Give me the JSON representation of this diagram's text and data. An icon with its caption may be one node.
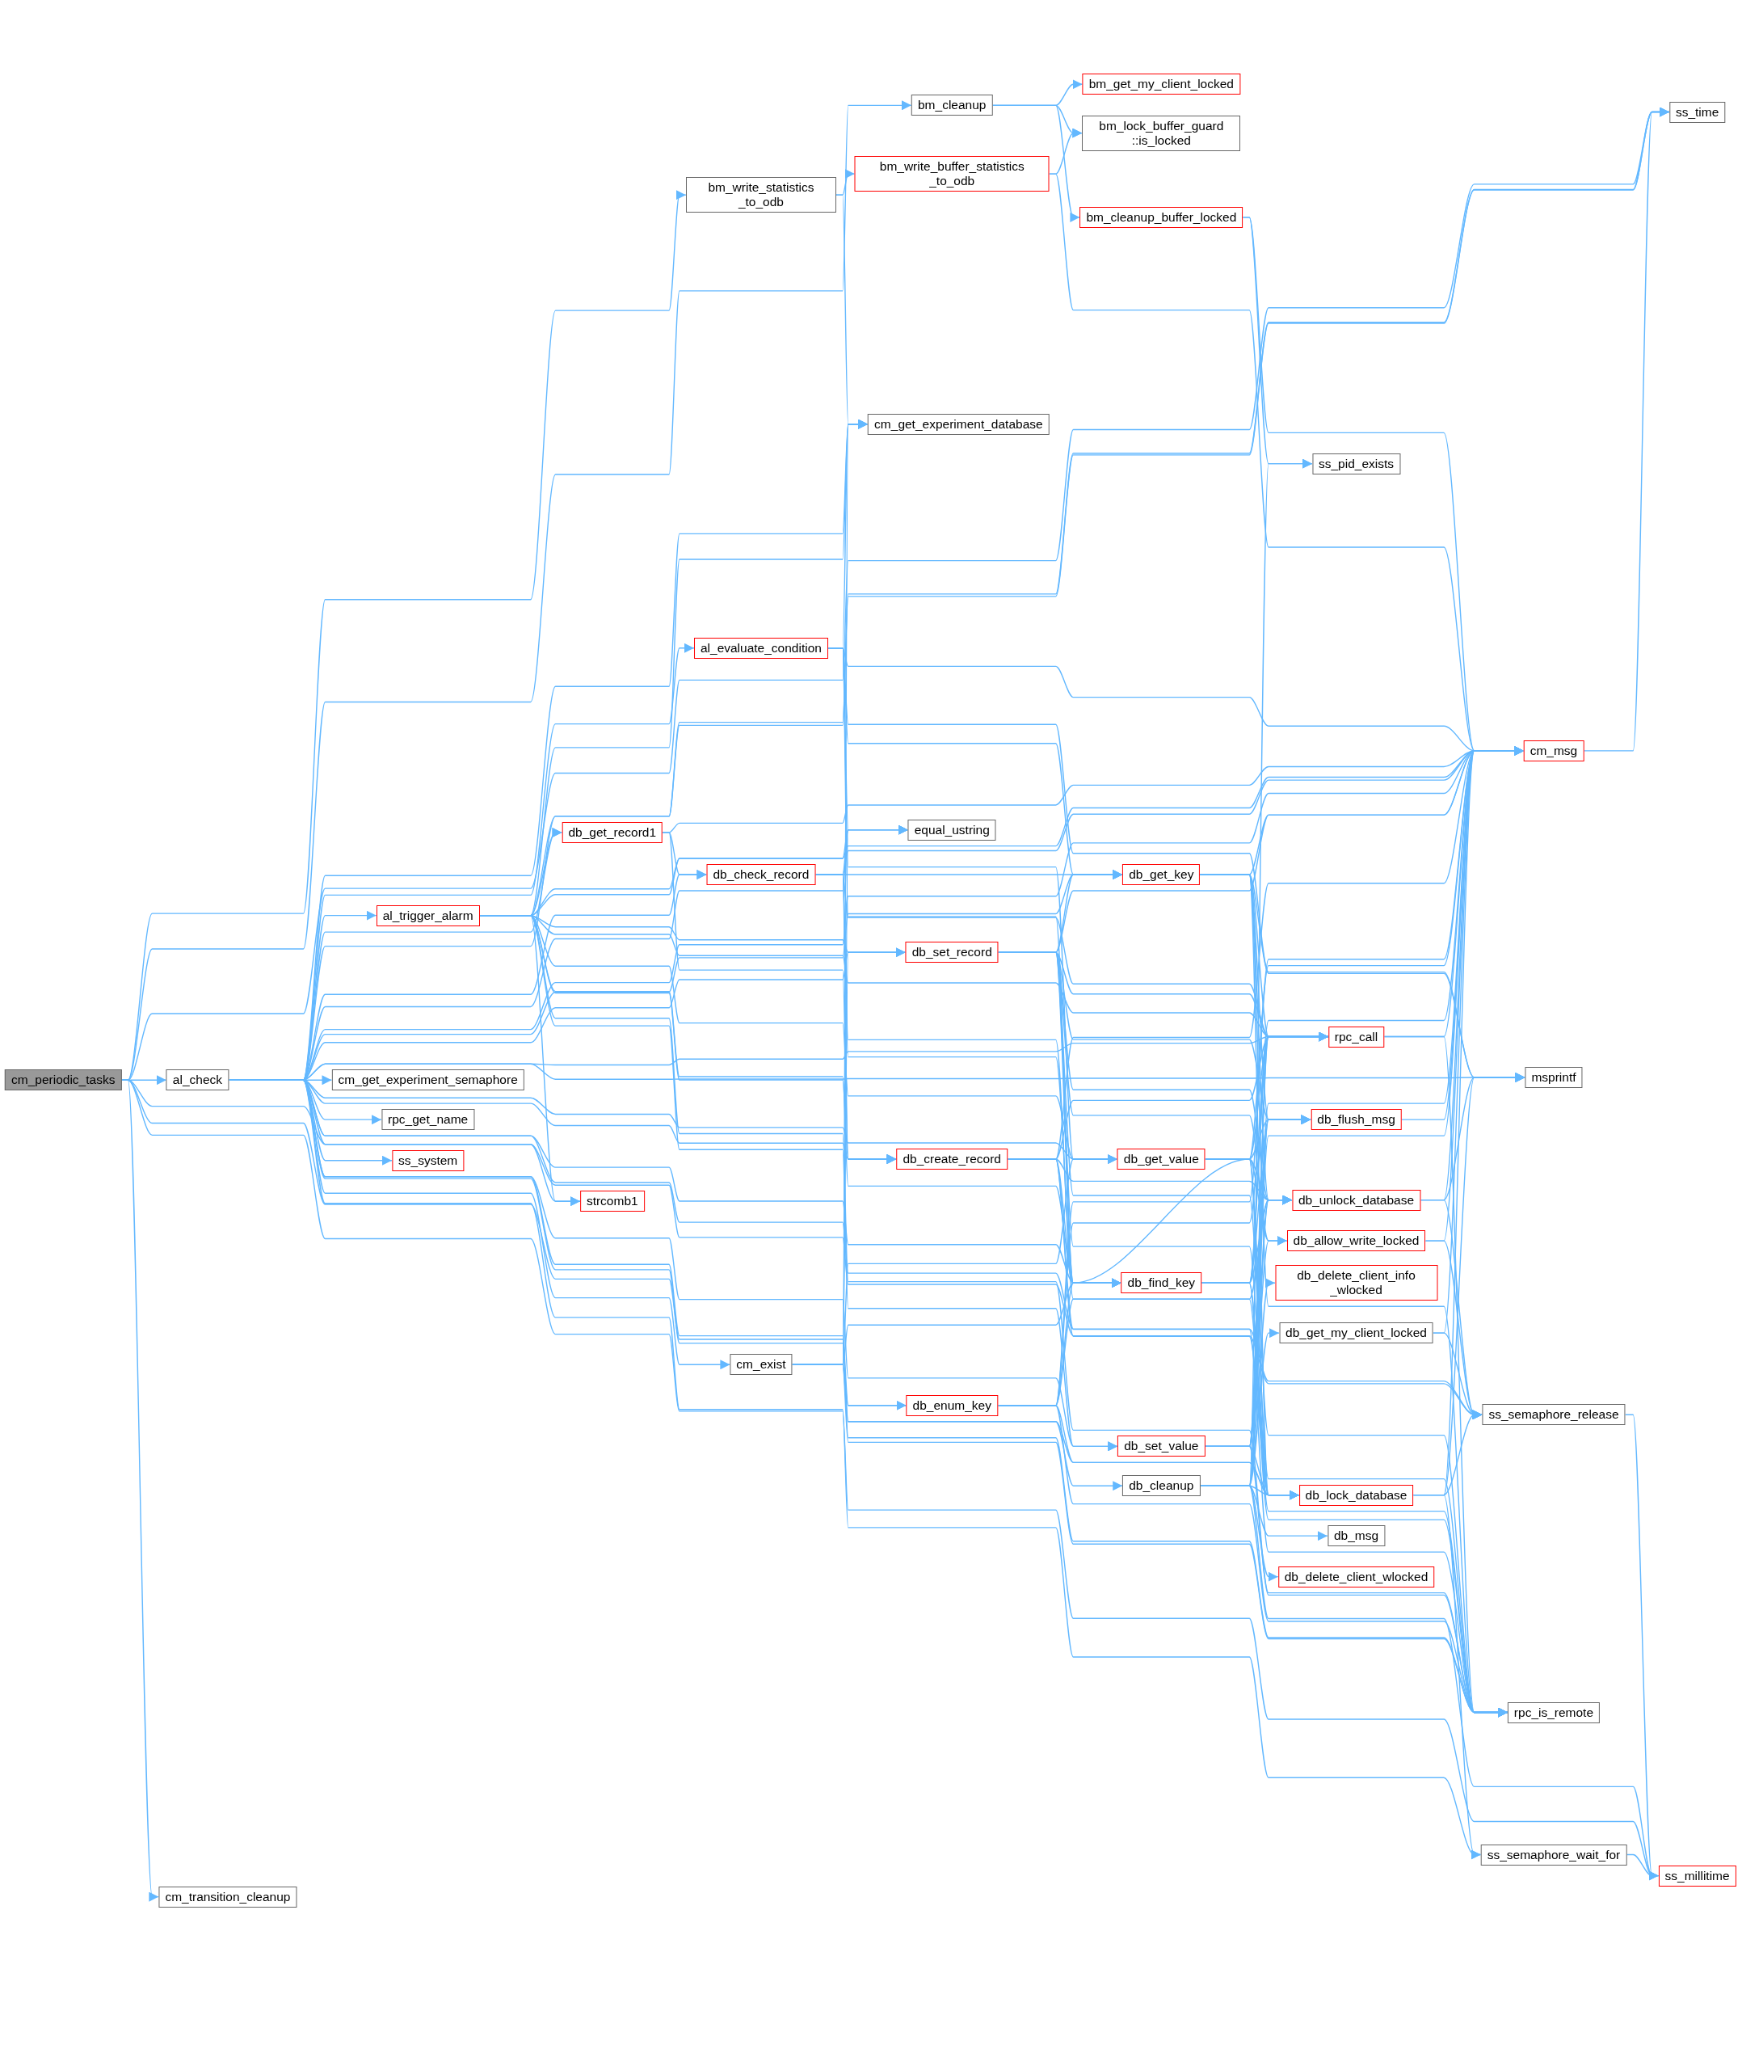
{
  "diagram": {
    "nodes": [
      {
        "text": [
          "cm_periodic_tasks"
        ]
      },
      {
        "text": [
          "al_check"
        ]
      },
      {
        "text": [
          "bm_cleanup"
        ]
      },
      {
        "text": [
          "bm_get_my_client_locked"
        ]
      },
      {
        "text": [
          "bm_lock_buffer_guard ::is_locked"
        ]
      },
      {
        "text": [
          "ss_time"
        ]
      },
      {
        "text": [
          "bm_write_statistics _to_odb"
        ]
      },
      {
        "text": [
          "bm_write_buffer_statistics _to_odb"
        ]
      },
      {
        "text": [
          "bm_cleanup_buffer_locked"
        ]
      },
      {
        "text": [
          "cm_get_experiment_database"
        ]
      },
      {
        "text": [
          "ss_pid_exists"
        ]
      },
      {
        "text": [
          "al_evaluate_condition"
        ]
      },
      {
        "text": [
          "cm_msg"
        ]
      },
      {
        "text": [
          "equal_ustring"
        ]
      },
      {
        "text": [
          "db_get_record1"
        ]
      },
      {
        "text": [
          "db_check_record"
        ]
      },
      {
        "text": [
          "db_get_key"
        ]
      },
      {
        "text": [
          "al_trigger_alarm"
        ]
      },
      {
        "text": [
          "db_set_record"
        ]
      },
      {
        "text": [
          "rpc_call"
        ]
      },
      {
        "text": [
          "msprintf"
        ]
      },
      {
        "text": [
          "cm_get_experiment_semaphore"
        ]
      },
      {
        "text": [
          "rpc_get_name"
        ]
      },
      {
        "text": [
          "db_flush_msg"
        ]
      },
      {
        "text": [
          "ss_system"
        ]
      },
      {
        "text": [
          "db_create_record"
        ]
      },
      {
        "text": [
          "db_get_value"
        ]
      },
      {
        "text": [
          "db_unlock_database"
        ]
      },
      {
        "text": [
          "strcomb1"
        ]
      },
      {
        "text": [
          "db_allow_write_locked"
        ]
      },
      {
        "text": [
          "db_find_key"
        ]
      },
      {
        "text": [
          "db_delete_client_info _wlocked"
        ]
      },
      {
        "text": [
          "db_get_my_client_locked"
        ]
      },
      {
        "text": [
          "cm_exist"
        ]
      },
      {
        "text": [
          "db_enum_key"
        ]
      },
      {
        "text": [
          "ss_semaphore_release"
        ]
      },
      {
        "text": [
          "db_set_value"
        ]
      },
      {
        "text": [
          "db_cleanup"
        ]
      },
      {
        "text": [
          "db_lock_database"
        ]
      },
      {
        "text": [
          "db_msg"
        ]
      },
      {
        "text": [
          "db_delete_client_wlocked"
        ]
      },
      {
        "text": [
          "rpc_is_remote"
        ]
      },
      {
        "text": [
          "ss_semaphore_wait_for"
        ]
      },
      {
        "text": [
          "cm_transition_cleanup"
        ]
      },
      {
        "text": [
          "ss_millitime"
        ]
      }
    ],
    "edges": [
      {
        "from": 0,
        "to": 5,
        "arrow": "to"
      },
      {
        "from": 0,
        "to": 2,
        "arrow": "to"
      },
      {
        "from": 0,
        "to": 6,
        "arrow": "to"
      },
      {
        "from": 0,
        "to": 1,
        "arrow": "to"
      },
      {
        "from": 0,
        "to": 37,
        "arrow": "to"
      },
      {
        "from": 0,
        "to": 35,
        "arrow": "to"
      },
      {
        "from": 0,
        "to": 43,
        "arrow": "to"
      },
      {
        "from": 0,
        "to": 44,
        "arrow": "to"
      },
      {
        "from": 1,
        "to": 5,
        "arrow": "to"
      },
      {
        "from": 1,
        "to": 12,
        "arrow": "to"
      },
      {
        "from": 1,
        "to": 9,
        "arrow": "to"
      },
      {
        "from": 1,
        "to": 16,
        "arrow": "to"
      },
      {
        "from": 1,
        "to": 11,
        "arrow": "to"
      },
      {
        "from": 1,
        "to": 13,
        "arrow": "to"
      },
      {
        "from": 1,
        "to": 14,
        "arrow": "to"
      },
      {
        "from": 1,
        "to": 15,
        "arrow": "to"
      },
      {
        "from": 1,
        "to": 17,
        "arrow": "to"
      },
      {
        "from": 1,
        "to": 21,
        "arrow": "to"
      },
      {
        "from": 1,
        "to": 22,
        "arrow": "to"
      },
      {
        "from": 1,
        "to": 24,
        "arrow": "to"
      },
      {
        "from": 1,
        "to": 28,
        "arrow": "to"
      },
      {
        "from": 1,
        "to": 18,
        "arrow": "to"
      },
      {
        "from": 1,
        "to": 25,
        "arrow": "to"
      },
      {
        "from": 1,
        "to": 30,
        "arrow": "to"
      },
      {
        "from": 1,
        "to": 33,
        "arrow": "to"
      },
      {
        "from": 1,
        "to": 34,
        "arrow": "to"
      },
      {
        "from": 1,
        "to": 36,
        "arrow": "to"
      },
      {
        "from": 1,
        "to": 26,
        "arrow": "to"
      },
      {
        "from": 1,
        "to": 41,
        "arrow": "to"
      },
      {
        "from": 1,
        "to": 42,
        "arrow": "to"
      },
      {
        "from": 1,
        "to": 35,
        "arrow": "to"
      },
      {
        "from": 1,
        "to": 20,
        "arrow": "to"
      },
      {
        "from": 1,
        "to": 19,
        "arrow": "to"
      },
      {
        "from": 2,
        "to": 3,
        "arrow": "to"
      },
      {
        "from": 2,
        "to": 4,
        "arrow": "to"
      },
      {
        "from": 2,
        "to": 8,
        "arrow": "to"
      },
      {
        "from": 6,
        "to": 7,
        "arrow": "to"
      },
      {
        "from": 6,
        "to": 9,
        "arrow": "to"
      },
      {
        "from": 7,
        "to": 4,
        "arrow": "to"
      },
      {
        "from": 7,
        "to": 12,
        "arrow": "to"
      },
      {
        "from": 8,
        "to": 12,
        "arrow": "to"
      },
      {
        "from": 8,
        "to": 10,
        "arrow": "to"
      },
      {
        "from": 11,
        "to": 9,
        "arrow": "to"
      },
      {
        "from": 11,
        "to": 12,
        "arrow": "to"
      },
      {
        "from": 11,
        "to": 13,
        "arrow": "to"
      },
      {
        "from": 11,
        "to": 16,
        "arrow": "to"
      },
      {
        "from": 11,
        "to": 26,
        "arrow": "to"
      },
      {
        "from": 11,
        "to": 30,
        "arrow": "to"
      },
      {
        "from": 11,
        "to": 20,
        "arrow": "to"
      },
      {
        "from": 17,
        "to": 5,
        "arrow": "to"
      },
      {
        "from": 17,
        "to": 12,
        "arrow": "to"
      },
      {
        "from": 17,
        "to": 9,
        "arrow": "to"
      },
      {
        "from": 17,
        "to": 14,
        "arrow": "to"
      },
      {
        "from": 17,
        "to": 13,
        "arrow": "to"
      },
      {
        "from": 17,
        "to": 18,
        "arrow": "to"
      },
      {
        "from": 17,
        "to": 25,
        "arrow": "to"
      },
      {
        "from": 17,
        "to": 30,
        "arrow": "to"
      },
      {
        "from": 17,
        "to": 26,
        "arrow": "to"
      },
      {
        "from": 17,
        "to": 28,
        "arrow": "to"
      },
      {
        "from": 17,
        "to": 36,
        "arrow": "to"
      },
      {
        "from": 17,
        "to": 41,
        "arrow": "to"
      },
      {
        "from": 17,
        "to": 19,
        "arrow": "to"
      },
      {
        "from": 14,
        "to": 15,
        "arrow": "to"
      },
      {
        "from": 14,
        "to": 25,
        "arrow": "to"
      },
      {
        "from": 14,
        "to": 12,
        "arrow": "to"
      },
      {
        "from": 15,
        "to": 13,
        "arrow": "to"
      },
      {
        "from": 15,
        "to": 12,
        "arrow": "to"
      },
      {
        "from": 15,
        "to": 16,
        "arrow": "to"
      },
      {
        "from": 15,
        "to": 25,
        "arrow": "to"
      },
      {
        "from": 15,
        "to": 30,
        "arrow": "to"
      },
      {
        "from": 15,
        "to": 19,
        "arrow": "to"
      },
      {
        "from": 15,
        "to": 41,
        "arrow": "to"
      },
      {
        "from": 16,
        "to": 12,
        "arrow": "to"
      },
      {
        "from": 16,
        "to": 19,
        "arrow": "to"
      },
      {
        "from": 16,
        "to": 41,
        "arrow": "to"
      },
      {
        "from": 16,
        "to": 38,
        "arrow": "to"
      },
      {
        "from": 16,
        "to": 27,
        "arrow": "to"
      },
      {
        "from": 16,
        "to": 23,
        "arrow": "to"
      },
      {
        "from": 16,
        "to": 20,
        "arrow": "to"
      },
      {
        "from": 18,
        "to": 12,
        "arrow": "to"
      },
      {
        "from": 18,
        "to": 16,
        "arrow": "to"
      },
      {
        "from": 18,
        "to": 19,
        "arrow": "to"
      },
      {
        "from": 18,
        "to": 30,
        "arrow": "to"
      },
      {
        "from": 18,
        "to": 38,
        "arrow": "to"
      },
      {
        "from": 18,
        "to": 27,
        "arrow": "to"
      },
      {
        "from": 18,
        "to": 29,
        "arrow": "to"
      },
      {
        "from": 18,
        "to": 23,
        "arrow": "to"
      },
      {
        "from": 18,
        "to": 41,
        "arrow": "to"
      },
      {
        "from": 12,
        "to": 5,
        "arrow": "to"
      },
      {
        "from": 19,
        "to": 12,
        "arrow": "to"
      },
      {
        "from": 19,
        "to": 41,
        "arrow": "to"
      },
      {
        "from": 23,
        "to": 12,
        "arrow": "to"
      },
      {
        "from": 25,
        "to": 12,
        "arrow": "to"
      },
      {
        "from": 25,
        "to": 19,
        "arrow": "to"
      },
      {
        "from": 25,
        "to": 30,
        "arrow": "to"
      },
      {
        "from": 25,
        "to": 38,
        "arrow": "to"
      },
      {
        "from": 25,
        "to": 27,
        "arrow": "to"
      },
      {
        "from": 25,
        "to": 41,
        "arrow": "to"
      },
      {
        "from": 26,
        "to": 19,
        "arrow": "to"
      },
      {
        "from": 26,
        "to": 23,
        "arrow": "to"
      },
      {
        "from": 26,
        "to": 27,
        "arrow": "to"
      },
      {
        "from": 26,
        "to": 38,
        "arrow": "to"
      },
      {
        "from": 26,
        "to": 29,
        "arrow": "to"
      },
      {
        "from": 26,
        "to": 41,
        "arrow": "to"
      },
      {
        "from": 26,
        "to": 12,
        "arrow": "to"
      },
      {
        "from": 26,
        "to": 30,
        "arrow": "to"
      },
      {
        "from": 27,
        "to": 12,
        "arrow": "to"
      },
      {
        "from": 27,
        "to": 20,
        "arrow": "to"
      },
      {
        "from": 27,
        "to": 35,
        "arrow": "to"
      },
      {
        "from": 29,
        "to": 12,
        "arrow": "to"
      },
      {
        "from": 29,
        "to": 35,
        "arrow": "to"
      },
      {
        "from": 30,
        "to": 19,
        "arrow": "to"
      },
      {
        "from": 30,
        "to": 23,
        "arrow": "to"
      },
      {
        "from": 30,
        "to": 38,
        "arrow": "to"
      },
      {
        "from": 30,
        "to": 27,
        "arrow": "to"
      },
      {
        "from": 30,
        "to": 41,
        "arrow": "to"
      },
      {
        "from": 30,
        "to": 12,
        "arrow": "to"
      },
      {
        "from": 32,
        "to": 12,
        "arrow": "to"
      },
      {
        "from": 32,
        "to": 35,
        "arrow": "to"
      },
      {
        "from": 33,
        "to": 9,
        "arrow": "to"
      },
      {
        "from": 33,
        "to": 13,
        "arrow": "to"
      },
      {
        "from": 33,
        "to": 30,
        "arrow": "to"
      },
      {
        "from": 33,
        "to": 34,
        "arrow": "to"
      },
      {
        "from": 33,
        "to": 26,
        "arrow": "to"
      },
      {
        "from": 33,
        "to": 18,
        "arrow": "to"
      },
      {
        "from": 33,
        "to": 38,
        "arrow": "to"
      },
      {
        "from": 33,
        "to": 41,
        "arrow": "to"
      },
      {
        "from": 34,
        "to": 19,
        "arrow": "to"
      },
      {
        "from": 34,
        "to": 30,
        "arrow": "to"
      },
      {
        "from": 34,
        "to": 38,
        "arrow": "to"
      },
      {
        "from": 34,
        "to": 27,
        "arrow": "to"
      },
      {
        "from": 34,
        "to": 12,
        "arrow": "to"
      },
      {
        "from": 34,
        "to": 41,
        "arrow": "to"
      },
      {
        "from": 36,
        "to": 19,
        "arrow": "to"
      },
      {
        "from": 36,
        "to": 23,
        "arrow": "to"
      },
      {
        "from": 36,
        "to": 38,
        "arrow": "to"
      },
      {
        "from": 36,
        "to": 27,
        "arrow": "to"
      },
      {
        "from": 36,
        "to": 29,
        "arrow": "to"
      },
      {
        "from": 36,
        "to": 12,
        "arrow": "to"
      },
      {
        "from": 36,
        "to": 41,
        "arrow": "to"
      },
      {
        "from": 37,
        "to": 10,
        "arrow": "to"
      },
      {
        "from": 37,
        "to": 38,
        "arrow": "to"
      },
      {
        "from": 37,
        "to": 27,
        "arrow": "to"
      },
      {
        "from": 37,
        "to": 39,
        "arrow": "to"
      },
      {
        "from": 37,
        "to": 40,
        "arrow": "to"
      },
      {
        "from": 37,
        "to": 31,
        "arrow": "to"
      },
      {
        "from": 37,
        "to": 32,
        "arrow": "to"
      },
      {
        "from": 37,
        "to": 12,
        "arrow": "to"
      },
      {
        "from": 37,
        "to": 44,
        "arrow": "to"
      },
      {
        "from": 37,
        "to": 19,
        "arrow": "to"
      },
      {
        "from": 37,
        "to": 23,
        "arrow": "to"
      },
      {
        "from": 38,
        "to": 12,
        "arrow": "to"
      },
      {
        "from": 38,
        "to": 20,
        "arrow": "to"
      },
      {
        "from": 38,
        "to": 42,
        "arrow": "to"
      },
      {
        "from": 38,
        "to": 35,
        "arrow": "to"
      },
      {
        "from": 35,
        "to": 44,
        "arrow": "to"
      },
      {
        "from": 42,
        "to": 44,
        "arrow": "to"
      }
    ]
  }
}
